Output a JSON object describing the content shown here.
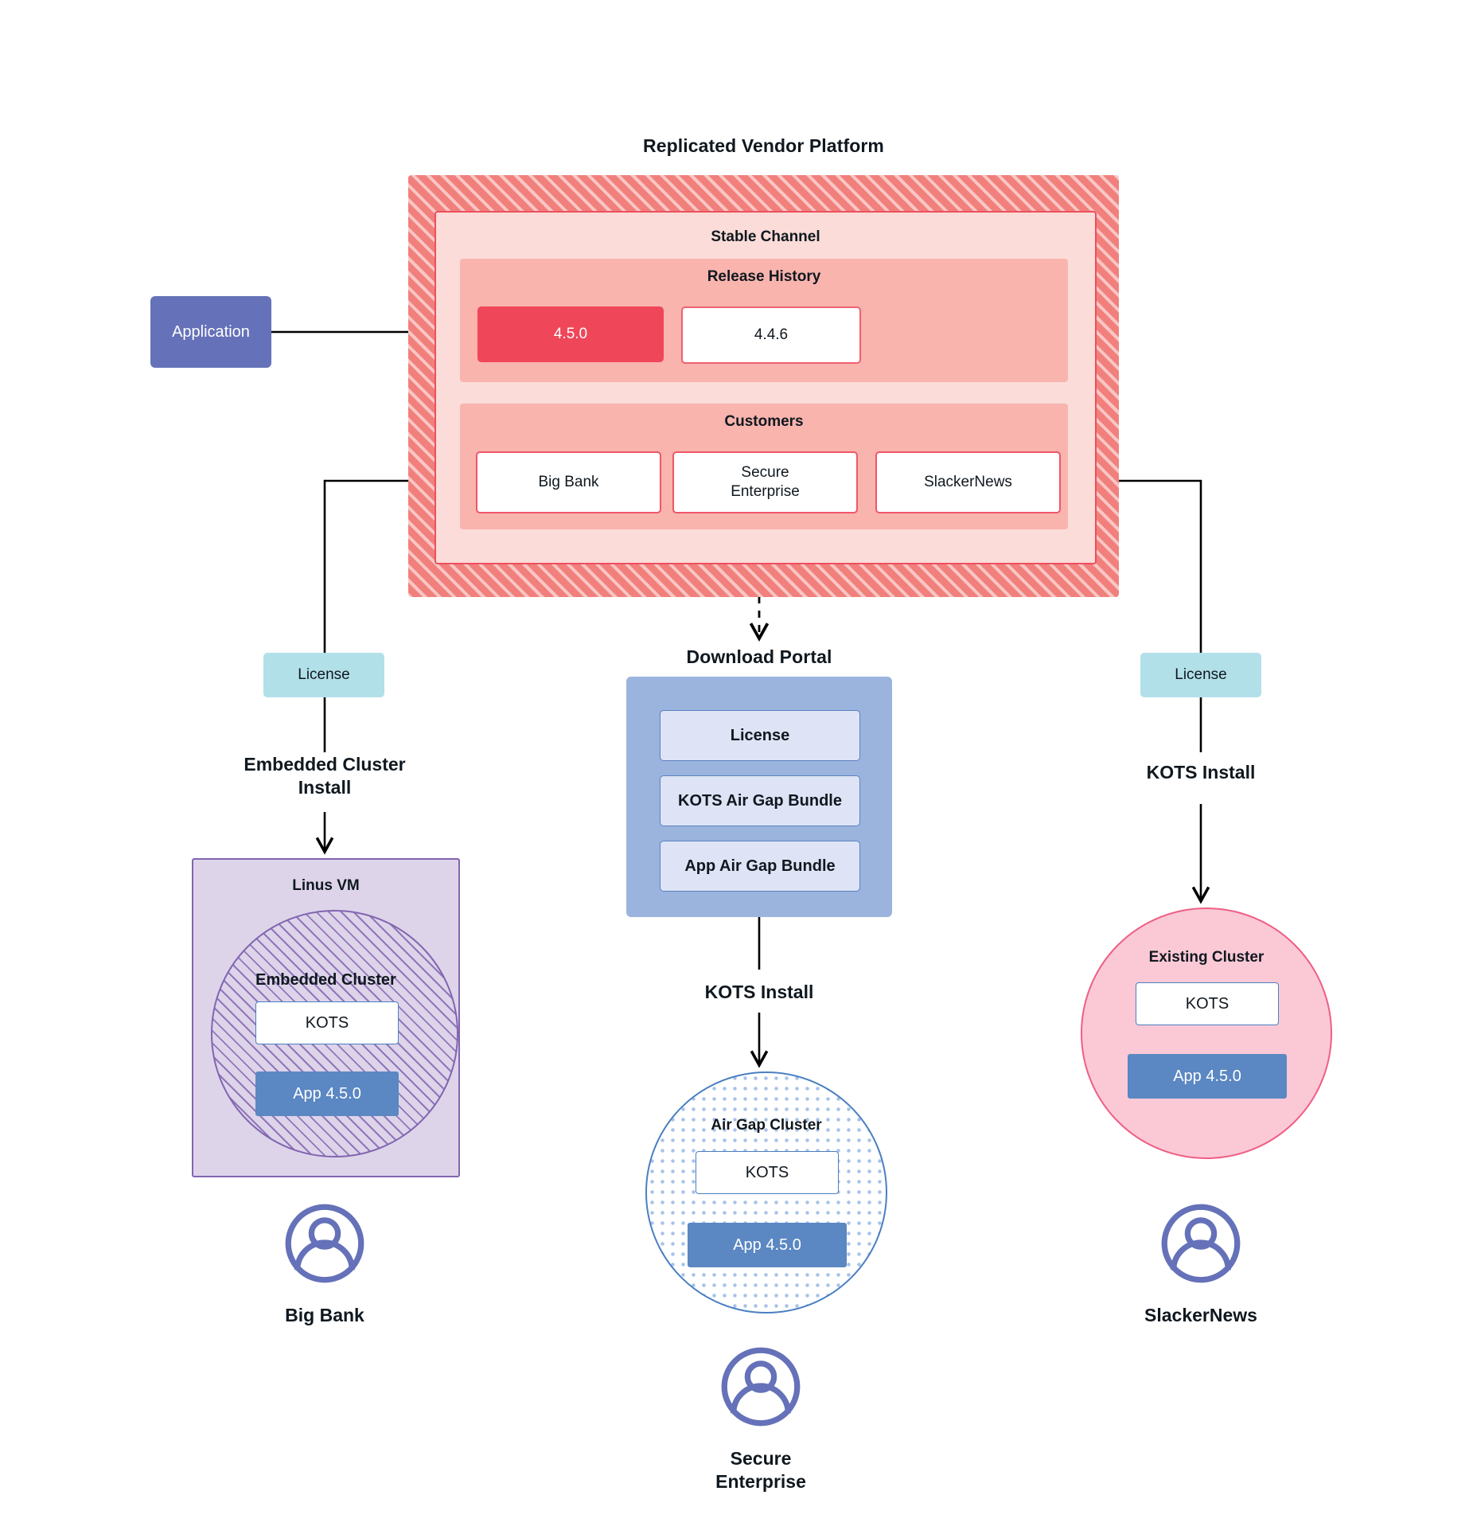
{
  "diagram": {
    "platform": {
      "title": "Replicated Vendor Platform",
      "channel_title": "Stable Channel",
      "release_history": {
        "title": "Release History",
        "releases": [
          {
            "version": "4.5.0",
            "state": "current"
          },
          {
            "version": "4.4.6",
            "state": "previous"
          }
        ]
      },
      "customers": {
        "title": "Customers",
        "items": [
          {
            "name": "Big Bank"
          },
          {
            "name": "Secure\nEnterprise",
            "line1": "Secure",
            "line2": "Enterprise"
          },
          {
            "name": "SlackerNews"
          }
        ]
      }
    },
    "application": {
      "label": "Application"
    },
    "licenses": {
      "left_label": "License",
      "right_label": "License"
    },
    "flows": {
      "embedded_install": "Embedded Cluster\nInstall",
      "embedded_install_line1": "Embedded Cluster",
      "embedded_install_line2": "Install",
      "kots_install_right": "KOTS Install",
      "kots_install_center": "KOTS Install"
    },
    "download_portal": {
      "title": "Download  Portal",
      "items": [
        {
          "label": "License"
        },
        {
          "label": "KOTS Air Gap Bundle"
        },
        {
          "label": "App Air Gap Bundle"
        }
      ]
    },
    "targets": {
      "linus_vm": {
        "title": "Linus VM",
        "cluster_title": "Embedded Cluster",
        "kots_label": "KOTS",
        "app_label": "App 4.5.0"
      },
      "air_gap": {
        "title": "Air Gap Cluster",
        "kots_label": "KOTS",
        "app_label": "App 4.5.0"
      },
      "existing": {
        "title": "Existing Cluster",
        "kots_label": "KOTS",
        "app_label": "App 4.5.0"
      }
    },
    "people": [
      {
        "label": "Big Bank"
      },
      {
        "label": "Secure\nEnterprise",
        "line1": "Secure",
        "line2": "Enterprise"
      },
      {
        "label": "SlackerNews"
      }
    ],
    "colors": {
      "platform_hatch": "#f1807c",
      "channel_bg": "#fbdcd8",
      "panel_bg": "#f8b4ad",
      "release_current": "#ef4659",
      "customer_border": "#ef5668",
      "application_bg": "#6571b8",
      "license_bg": "#b2e0e8",
      "portal_bg": "#9bb4de",
      "portal_item_bg": "#dee4f5",
      "vm_bg": "#ddd4ea",
      "vm_border": "#8265b0",
      "app_box_bg": "#5b87c2",
      "existing_bg": "#fbc9d6",
      "existing_border": "#ef5e84",
      "airgap_border": "#4a7fc1",
      "person_icon": "#6571b8",
      "wire": "#000000"
    }
  }
}
